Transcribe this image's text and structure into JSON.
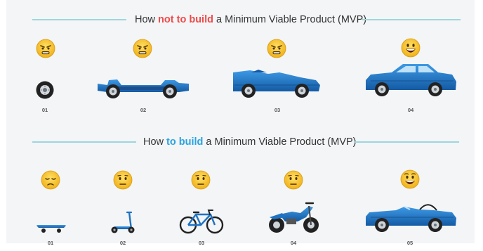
{
  "top_section": {
    "title_prefix": "How ",
    "title_highlight": "not to build",
    "title_suffix": " a Minimum Viable Product (MVP)",
    "highlight_color": "#ee4b49",
    "steps": [
      {
        "label": "01",
        "vehicle": "wheel-icon",
        "mood": "angry-face"
      },
      {
        "label": "02",
        "vehicle": "car-chassis-icon",
        "mood": "angry-face"
      },
      {
        "label": "03",
        "vehicle": "car-body-icon",
        "mood": "angry-face"
      },
      {
        "label": "04",
        "vehicle": "sedan-car-icon",
        "mood": "grinning-face"
      }
    ]
  },
  "bottom_section": {
    "title_prefix": "How ",
    "title_highlight": "to build",
    "title_suffix": " a Minimum Viable Product (MVP)",
    "highlight_color": "#2aa3df",
    "steps": [
      {
        "label": "01",
        "vehicle": "skateboard-icon",
        "mood": "disappointed-face"
      },
      {
        "label": "02",
        "vehicle": "scooter-icon",
        "mood": "neutral-face"
      },
      {
        "label": "03",
        "vehicle": "bicycle-icon",
        "mood": "neutral-face"
      },
      {
        "label": "04",
        "vehicle": "motorcycle-icon",
        "mood": "neutral-face"
      },
      {
        "label": "05",
        "vehicle": "convertible-car-icon",
        "mood": "happy-face"
      }
    ]
  },
  "colors": {
    "vehicle_blue": "#1f73c2",
    "rule_teal": "#9fd6dd",
    "emoji_yellow": "#f7c325"
  }
}
